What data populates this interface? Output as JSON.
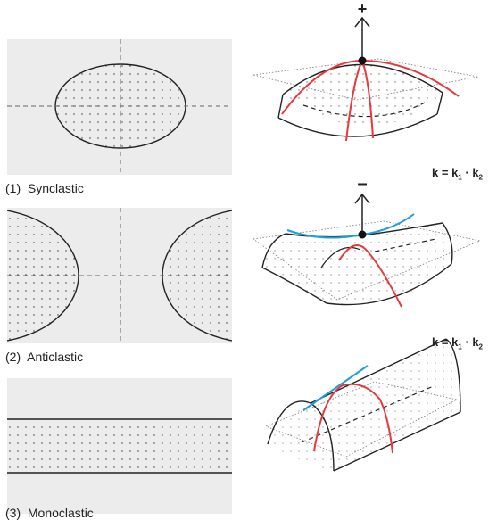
{
  "panels": [
    {
      "caption": "(1)  Synclastic",
      "sign": "+",
      "formula": {
        "k": "k",
        "k1": "k",
        "k1_sub": "1",
        "k2": "k",
        "k2_sub": "2"
      }
    },
    {
      "caption": "(2)  Anticlastic",
      "sign": "–",
      "formula": {
        "k": "k",
        "k1": "k",
        "k1_sub": "1",
        "k2": "k",
        "k2_sub": "2"
      }
    },
    {
      "caption": "(3)  Monoclastic"
    }
  ],
  "colors": {
    "red": "#e8383d",
    "blue": "#1f9fd9",
    "panel_bg": "#ececec",
    "ink": "#222222"
  }
}
